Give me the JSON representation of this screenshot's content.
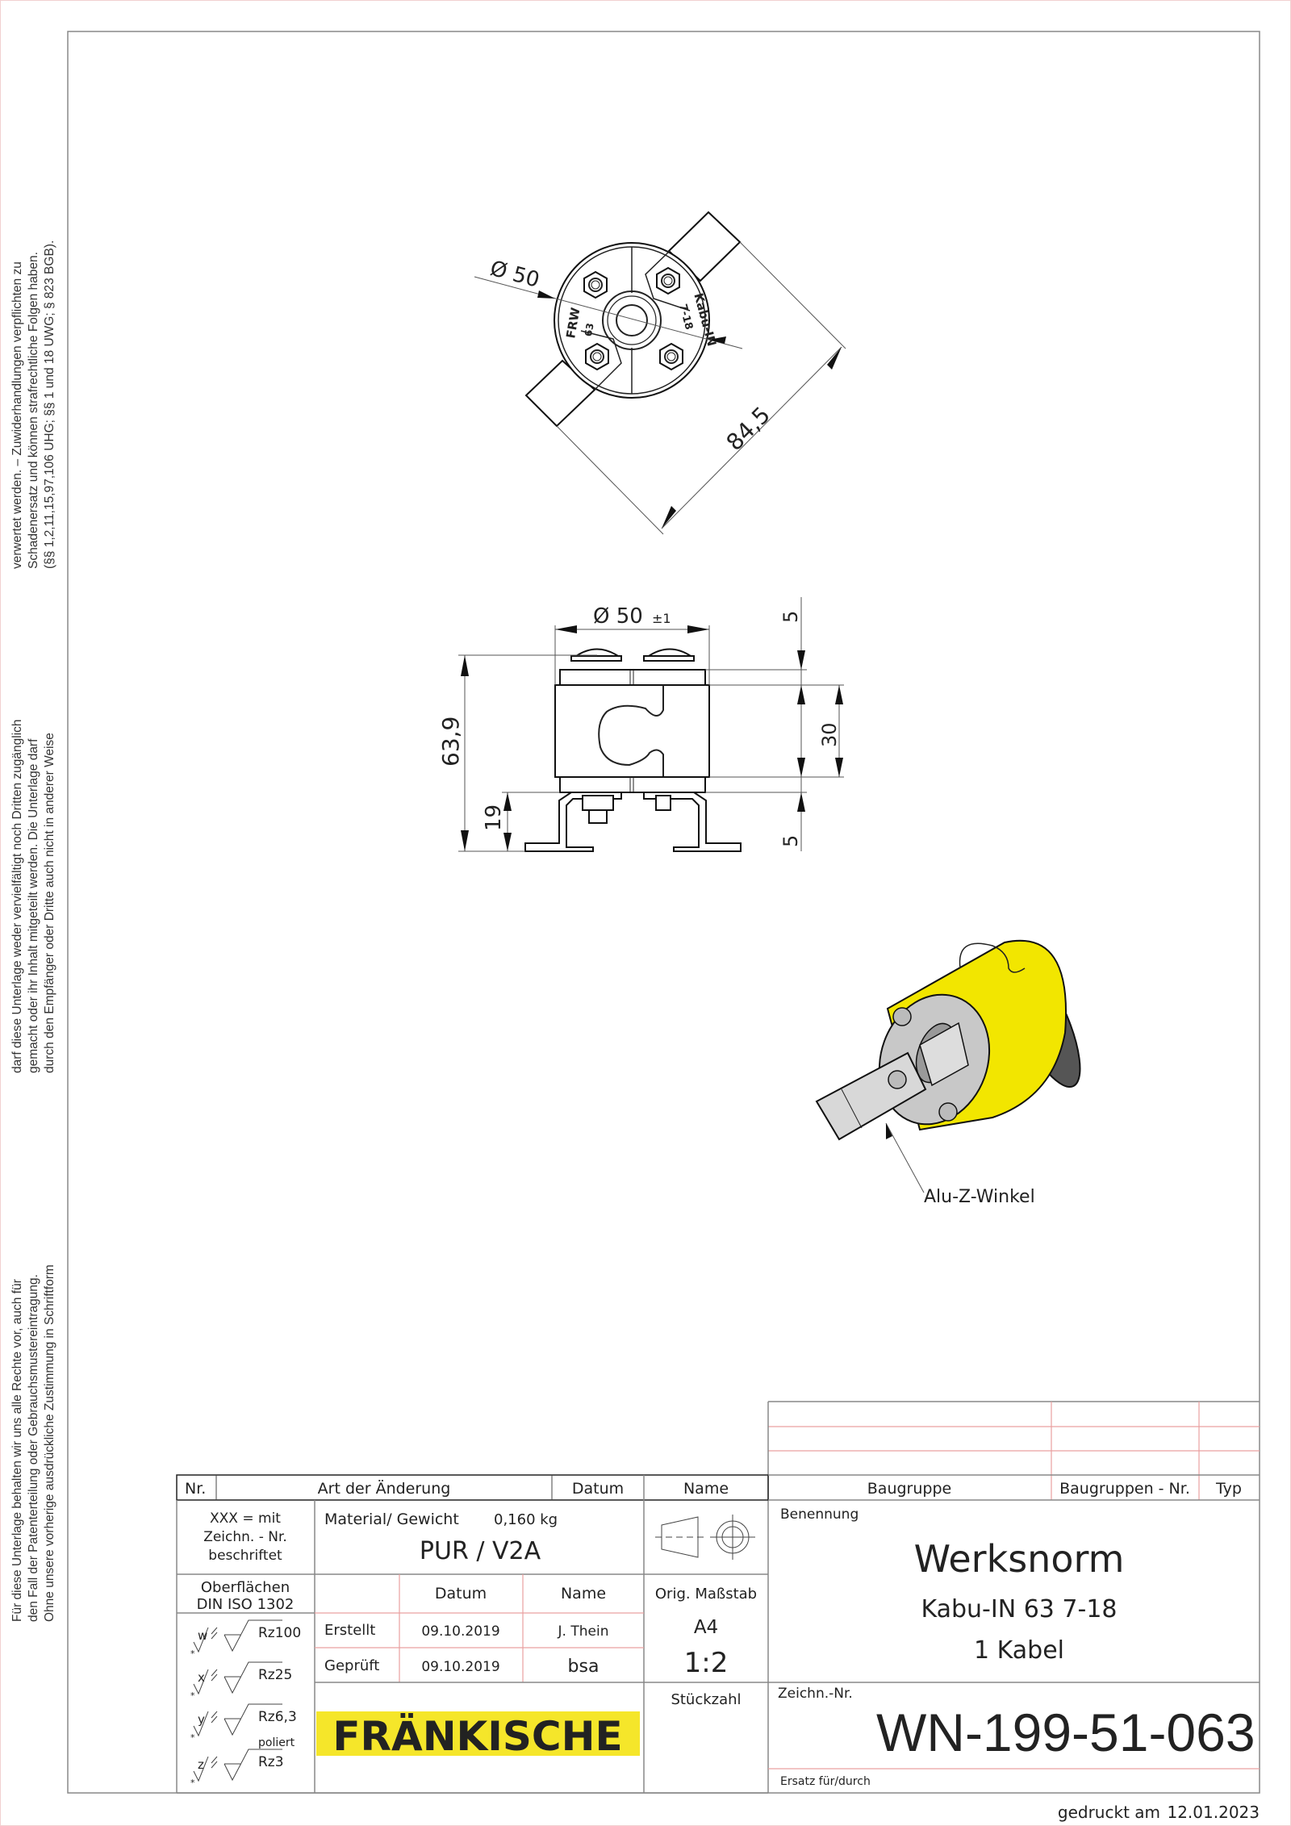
{
  "legal_notice": {
    "block1": [
      "Für diese Unterlage behalten wir uns alle Rechte vor, auch für",
      "den Fall der Patenterteilung oder Gebrauchsmustereintragung.",
      "Ohne unsere vorherige ausdrückliche Zustimmung in Schriftform"
    ],
    "block2": [
      "darf diese Unterlage weder vervielfältigt noch Dritten zugänglich",
      "gemacht oder ihr Inhalt mitgeteilt werden. Die Unterlage darf",
      "durch den Empfänger oder Dritte auch nicht in anderer Weise"
    ],
    "block3": [
      "verwertet werden. – Zuwiderhandlungen verpflichten zu",
      "Schadenersatz und können strafrechtliche Folgen haben.",
      "(§§ 1,2,11,15,97,106 UHG; §§ 1 und 18 UWG; § 823 BGB)."
    ]
  },
  "top_view": {
    "dim_diameter": "Ø 50",
    "dim_diagonal": "84,5",
    "marking_left": [
      "FRW",
      "63"
    ],
    "marking_right": [
      "7-18",
      "Kabu-IN"
    ]
  },
  "side_view": {
    "dim_width": "Ø 50",
    "dim_width_tol": "±1",
    "dim_height": "63,9",
    "dim_foot": "19",
    "dim_top": "5",
    "dim_body": "30",
    "dim_bottom": "5"
  },
  "iso_view": {
    "label": "Alu-Z-Winkel",
    "body_color": "#f2e600"
  },
  "title_block": {
    "revision_header": {
      "nr": "Nr.",
      "change": "Art der Änderung",
      "date": "Datum",
      "name": "Name"
    },
    "assembly_header": {
      "group": "Baugruppe",
      "group_no": "Baugruppen - Nr.",
      "type": "Typ"
    },
    "xxx_note": [
      "XXX = mit",
      "Zeichn. - Nr.",
      "beschriftet"
    ],
    "material_label": "Material/ Gewicht",
    "weight": "0,160 kg",
    "material": "PUR / V2A",
    "surfaces": [
      "Oberflächen",
      "DIN ISO 1302"
    ],
    "surface_symbols": [
      {
        "letter": "w",
        "value": "Rz100",
        "note": ""
      },
      {
        "letter": "x",
        "value": "Rz25",
        "note": ""
      },
      {
        "letter": "y",
        "value": "Rz6,3",
        "note": ""
      },
      {
        "letter": "z",
        "value": "Rz3",
        "note": "poliert"
      }
    ],
    "table_header": {
      "date": "Datum",
      "name": "Name"
    },
    "created": {
      "label": "Erstellt",
      "date": "09.10.2019",
      "name": "J. Thein"
    },
    "checked": {
      "label": "Geprüft",
      "date": "09.10.2019",
      "name": "bsa"
    },
    "scale_label": "Orig. Maßstab",
    "format": "A4",
    "scale": "1:2",
    "quantity_label": "Stückzahl",
    "logo_text": "FRÄNKISCHE",
    "logo_color": "#f5e62a",
    "designation_label": "Benennung",
    "designation": [
      "Werksnorm",
      "Kabu-IN 63 7-18",
      "1 Kabel"
    ],
    "drawing_no_label": "Zeichn.-Nr.",
    "drawing_no": "WN-199-51-063",
    "replacement_label": "Ersatz für/durch"
  },
  "printed": {
    "label": "gedruckt am",
    "date": "12.01.2023"
  }
}
